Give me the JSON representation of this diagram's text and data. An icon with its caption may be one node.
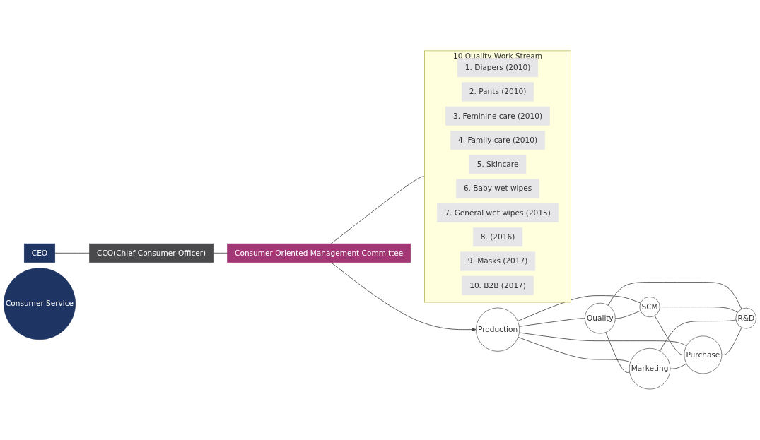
{
  "diagram": {
    "nodes": [
      {
        "text": [
          "CEO"
        ]
      },
      {
        "text": [
          "CCO(Chief Consumer Officer)"
        ]
      },
      {
        "text": [
          "Consumer-Oriented Management Committee"
        ]
      },
      {
        "text": [
          "Production"
        ]
      },
      {
        "text": [
          "Quality"
        ]
      },
      {
        "text": [
          "SCM"
        ]
      },
      {
        "text": [
          "Consumer Service"
        ]
      },
      {
        "text": [
          "Marketing"
        ]
      },
      {
        "text": [
          "Purchase"
        ]
      },
      {
        "text": [
          "R&D"
        ]
      },
      {
        "text": [
          "10 Quality Work Stream"
        ]
      },
      {
        "text": [
          "1. Diapers (2010)"
        ],
        "in": 10
      },
      {
        "text": [
          "2. Pants (2010)"
        ],
        "in": 10
      },
      {
        "text": [
          "3. Feminine care (2010)"
        ],
        "in": 10
      },
      {
        "text": [
          "4. Family care (2010)"
        ],
        "in": 10
      },
      {
        "text": [
          "5. Skincare"
        ],
        "in": 10
      },
      {
        "text": [
          "6. Baby wet wipes"
        ],
        "in": 10
      },
      {
        "text": [
          "7. General wet wipes (2015)"
        ],
        "in": 10
      },
      {
        "text": [
          "8. (2016)"
        ],
        "in": 10
      },
      {
        "text": [
          "9. Masks (2017)"
        ],
        "in": 10
      },
      {
        "text": [
          "10. B2B (2017)"
        ],
        "in": 10
      }
    ],
    "edges": [
      {
        "from": 0,
        "to": 1,
        "arrow": "none"
      },
      {
        "from": 1,
        "to": 2,
        "arrow": "none"
      },
      {
        "from": 2,
        "to": 3,
        "arrow": "to"
      },
      {
        "from": 2,
        "to": 10,
        "arrow": "none"
      },
      {
        "from": 3,
        "to": 4,
        "arrow": "none"
      },
      {
        "from": 3,
        "to": 5,
        "arrow": "none"
      },
      {
        "from": 3,
        "to": 7,
        "arrow": "none"
      },
      {
        "from": 3,
        "to": 8,
        "arrow": "none"
      },
      {
        "from": 4,
        "to": 5,
        "arrow": "none"
      },
      {
        "from": 4,
        "to": 7,
        "arrow": "none"
      },
      {
        "from": 4,
        "to": 9,
        "arrow": "none"
      },
      {
        "from": 5,
        "to": 8,
        "arrow": "none"
      },
      {
        "from": 5,
        "to": 9,
        "arrow": "none"
      },
      {
        "from": 7,
        "to": 8,
        "arrow": "none"
      },
      {
        "from": 7,
        "to": 9,
        "arrow": "none"
      },
      {
        "from": 8,
        "to": 9,
        "arrow": "none"
      }
    ]
  }
}
